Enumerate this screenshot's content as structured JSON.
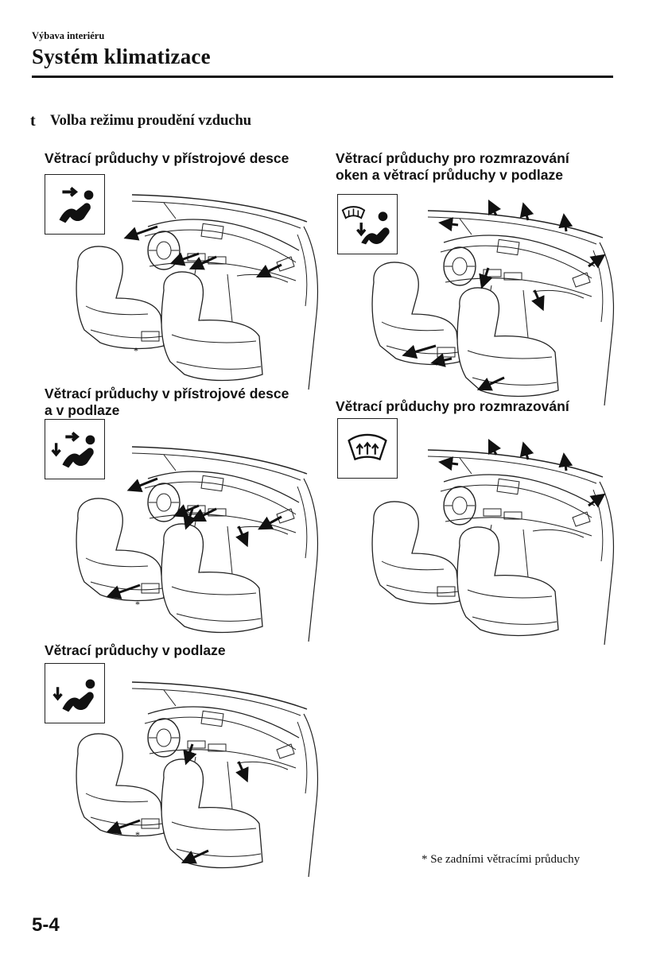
{
  "header": {
    "breadcrumb": "Výbava interiéru",
    "title": "Systém klimatizace"
  },
  "section": {
    "bullet": "t",
    "title": "Volba režimu proudění vzduchu"
  },
  "modes": [
    {
      "caption_lines": [
        "Větrací průduchy v přístrojové desce"
      ],
      "icon": "face-vent-icon",
      "asterisk": "*"
    },
    {
      "caption_lines": [
        "Větrací průduchy pro rozmrazování",
        "oken a větrací průduchy v podlaze"
      ],
      "icon": "defrost-floor-vent-icon",
      "asterisk": "*"
    },
    {
      "caption_lines": [
        "Větrací průduchy v přístrojové desce",
        "a v podlaze"
      ],
      "icon": "face-floor-vent-icon",
      "asterisk": "*"
    },
    {
      "caption_lines": [
        "Větrací průduchy pro rozmrazování"
      ],
      "icon": "windshield-defrost-icon",
      "asterisk": ""
    },
    {
      "caption_lines": [
        "Větrací průduchy v podlaze"
      ],
      "icon": "floor-vent-icon",
      "asterisk": "*"
    }
  ],
  "footnote": "* Se zadními větracími průduchy",
  "page_number": "5-4"
}
